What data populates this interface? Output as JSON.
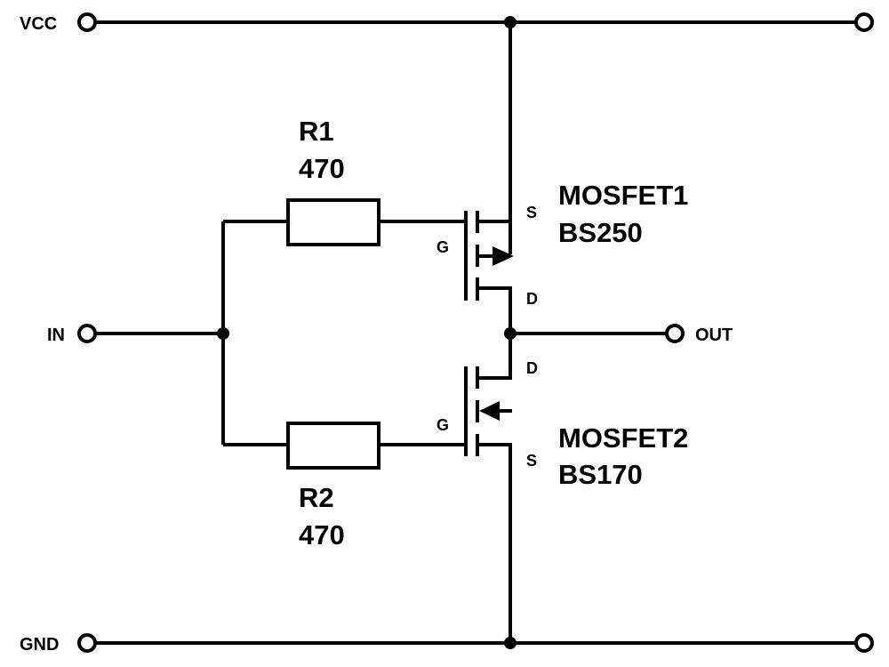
{
  "ports": {
    "vcc": "VCC",
    "in": "IN",
    "out": "OUT",
    "gnd": "GND"
  },
  "r1": {
    "name": "R1",
    "value": "470"
  },
  "r2": {
    "name": "R2",
    "value": "470"
  },
  "mosfet1": {
    "name": "MOSFET1",
    "model": "BS250",
    "pin_g": "G",
    "pin_s": "S",
    "pin_d": "D"
  },
  "mosfet2": {
    "name": "MOSFET2",
    "model": "BS170",
    "pin_g": "G",
    "pin_s": "S",
    "pin_d": "D"
  }
}
